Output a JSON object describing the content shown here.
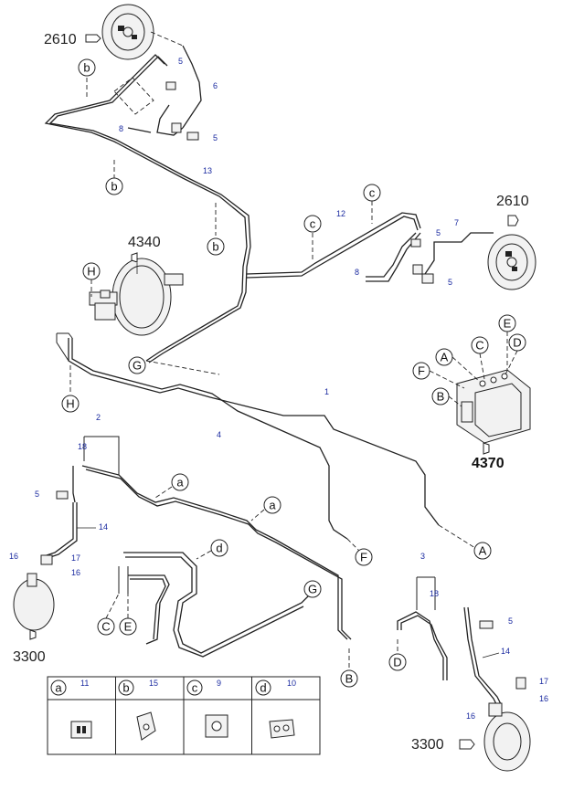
{
  "callouts": {
    "ref_2610_top": "2610",
    "ref_2610_right": "2610",
    "ref_4340": "4340",
    "ref_4370": "4370",
    "ref_3300_left": "3300",
    "ref_3300_right": "3300"
  },
  "part_numbers": {
    "n1": "1",
    "n2": "2",
    "n3": "3",
    "n4": "4",
    "n5a": "5",
    "n5b": "5",
    "n5c": "5",
    "n5d": "5",
    "n5e": "5",
    "n5f": "5",
    "n6": "6",
    "n7": "7",
    "n8a": "8",
    "n8b": "8",
    "n12": "12",
    "n13": "13",
    "n14a": "14",
    "n14b": "14",
    "n16a": "16",
    "n16b": "16",
    "n16c": "16",
    "n16d": "16",
    "n17a": "17",
    "n17b": "17",
    "n18a": "18",
    "n18b": "18"
  },
  "circled_letters": {
    "b1": "b",
    "b2": "b",
    "b3": "b",
    "c1": "c",
    "c2": "c",
    "a1": "a",
    "a2": "a",
    "d1": "d",
    "H1": "H",
    "H2": "H",
    "G1": "G",
    "G2": "G",
    "A1": "A",
    "A2": "A",
    "B1": "B",
    "B2": "B",
    "C1": "C",
    "C2": "C",
    "D1": "D",
    "D2": "D",
    "E1": "E",
    "E2": "E",
    "F1": "F",
    "F2": "F"
  },
  "legend": {
    "cells": [
      {
        "letter": "a",
        "part": "11"
      },
      {
        "letter": "b",
        "part": "15"
      },
      {
        "letter": "c",
        "part": "9"
      },
      {
        "letter": "d",
        "part": "10"
      }
    ]
  }
}
